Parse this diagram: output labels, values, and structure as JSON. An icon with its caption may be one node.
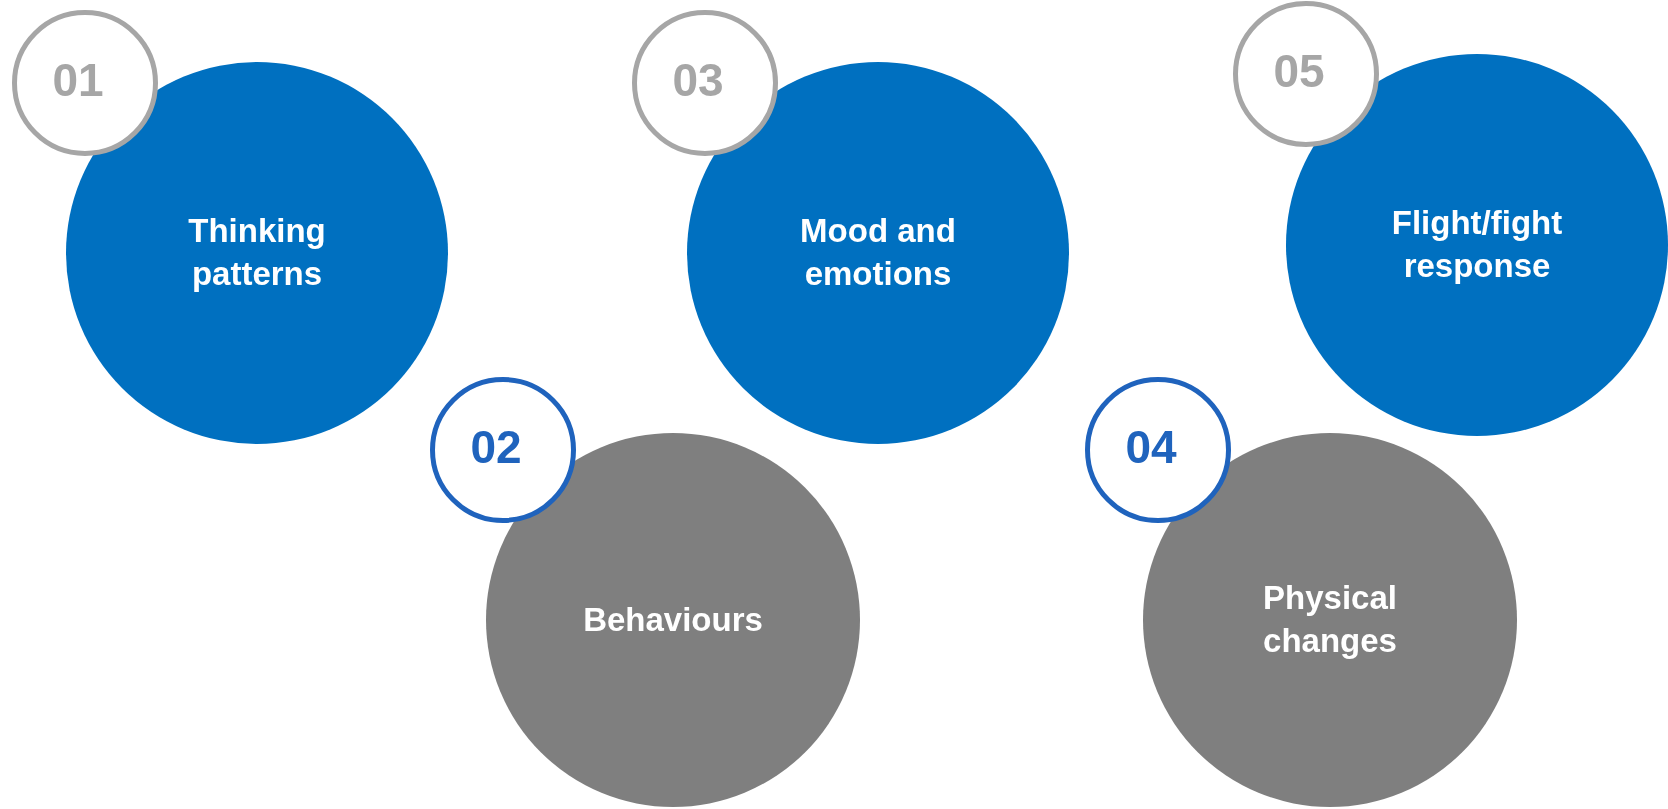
{
  "diagram": {
    "nodes": [
      {
        "text": [
          "01"
        ]
      },
      {
        "text": [
          "Thinking patterns"
        ]
      },
      {
        "text": [
          "03"
        ]
      },
      {
        "text": [
          "Mood and emotions"
        ]
      },
      {
        "text": [
          "05"
        ]
      },
      {
        "text": [
          "Flight/fight response"
        ]
      },
      {
        "text": [
          "02"
        ]
      },
      {
        "text": [
          "Behaviours"
        ]
      },
      {
        "text": [
          "04"
        ]
      },
      {
        "text": [
          "Physical changes"
        ]
      }
    ]
  }
}
